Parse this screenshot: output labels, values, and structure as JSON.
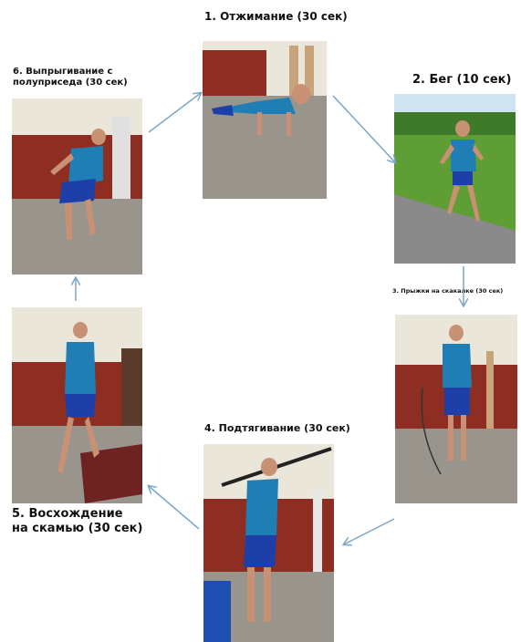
{
  "steps": [
    {
      "label": "1. Отжимание (30 сек)",
      "photo_icon": "person-push-up-icon"
    },
    {
      "label": "2. Бег (10 сек)",
      "photo_icon": "person-running-icon"
    },
    {
      "label": "3. Прыжки на скакалке (30 сек)",
      "photo_icon": "person-jump-rope-icon"
    },
    {
      "label": "4. Подтягивание (30 сек)",
      "photo_icon": "person-barbell-icon"
    },
    {
      "label": "5. Восхождение\nна скамью (30 сек)",
      "photo_icon": "person-step-up-icon"
    },
    {
      "label": "6. Выпрыгивание с\nполуприседа (30 сек)",
      "photo_icon": "person-squat-jump-icon"
    }
  ],
  "colors": {
    "arrow": "#7aa7c8",
    "shirt": "#1f7fb5",
    "shorts": "#1e3fa8",
    "skin": "#c99174",
    "gym_wall": "#8e2e22",
    "gym_floor": "#9a958c",
    "grass": "#5f9e34",
    "track": "#8a8a8a"
  }
}
